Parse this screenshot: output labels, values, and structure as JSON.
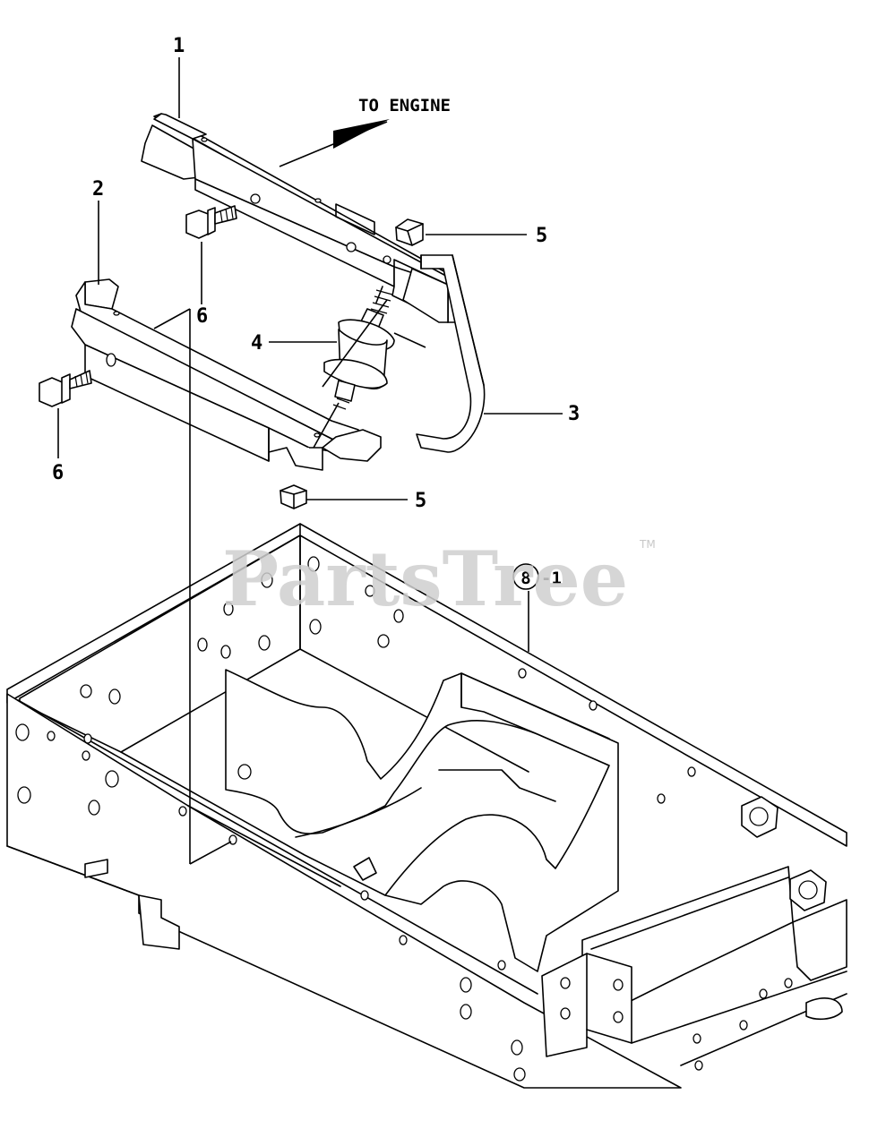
{
  "diagram": {
    "direction_note": "TO ENGINE",
    "callouts": {
      "part_1": "1",
      "part_2": "2",
      "part_3": "3",
      "part_4": "4",
      "part_5_upper": "5",
      "part_5_lower": "5",
      "part_6_upper": "6",
      "part_6_lower": "6"
    },
    "reference": {
      "circle_label": "8",
      "suffix": "-1"
    }
  },
  "watermark": {
    "text": "PartsTree",
    "trademark": "TM"
  }
}
